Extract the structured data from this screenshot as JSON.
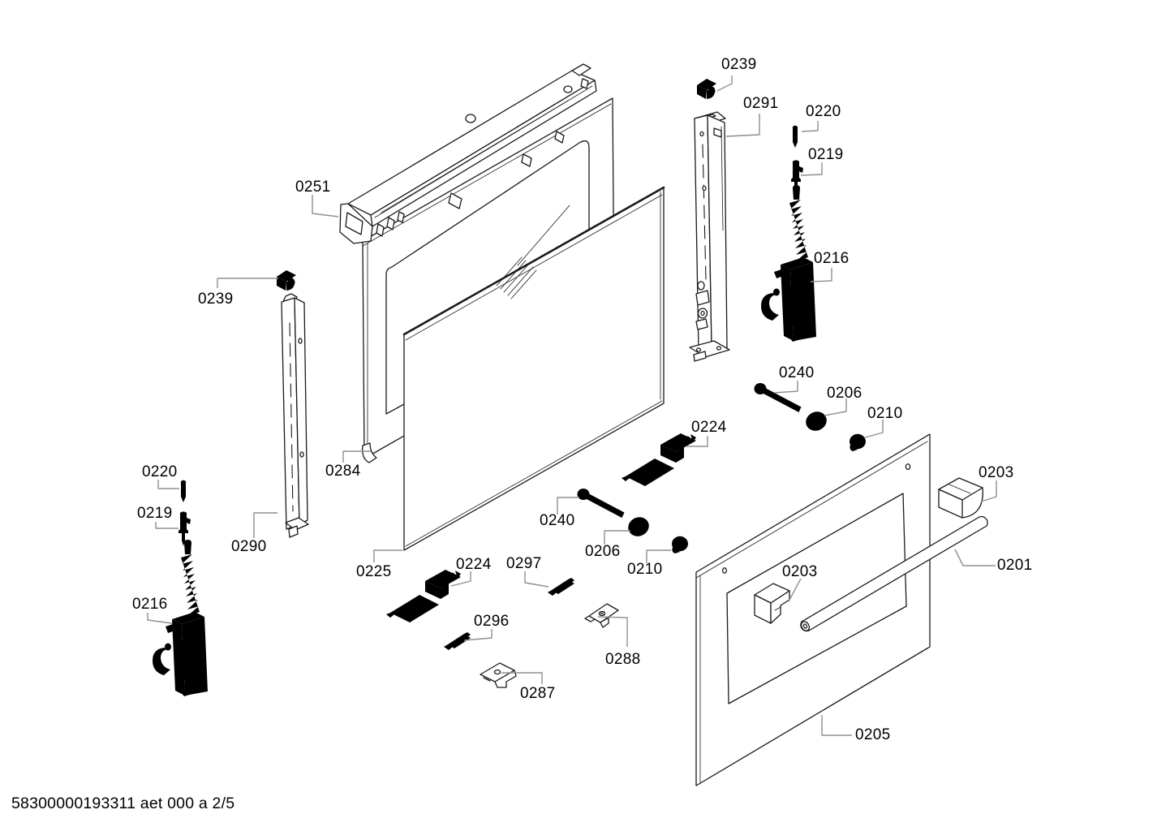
{
  "document": {
    "footer_text": "58300000193311 aet 000 a 2/5"
  },
  "colors": {
    "bg": "#ffffff",
    "line": "#1a1a1a",
    "leader": "#8f8f8f",
    "text": "#000000"
  },
  "callouts": {
    "c0239r": {
      "text": "0239"
    },
    "c0291": {
      "text": "0291"
    },
    "c0220r": {
      "text": "0220"
    },
    "c0219r": {
      "text": "0219"
    },
    "c0216r": {
      "text": "0216"
    },
    "c0251": {
      "text": "0251"
    },
    "c0239l": {
      "text": "0239"
    },
    "c0290": {
      "text": "0290"
    },
    "c0220l": {
      "text": "0220"
    },
    "c0219l": {
      "text": "0219"
    },
    "c0216l": {
      "text": "0216"
    },
    "c0284": {
      "text": "0284"
    },
    "c0225": {
      "text": "0225"
    },
    "c0224l": {
      "text": "0224"
    },
    "c0297": {
      "text": "0297"
    },
    "c0296": {
      "text": "0296"
    },
    "c0287": {
      "text": "0287"
    },
    "c0288": {
      "text": "0288"
    },
    "c0240c": {
      "text": "0240"
    },
    "c0206c": {
      "text": "0206"
    },
    "c0210c": {
      "text": "0210"
    },
    "c0240r": {
      "text": "0240"
    },
    "c0206r": {
      "text": "0206"
    },
    "c0210r": {
      "text": "0210"
    },
    "c0224r": {
      "text": "0224"
    },
    "c0203t": {
      "text": "0203"
    },
    "c0203b": {
      "text": "0203"
    },
    "c0201": {
      "text": "0201"
    },
    "c0205": {
      "text": "0205"
    }
  }
}
